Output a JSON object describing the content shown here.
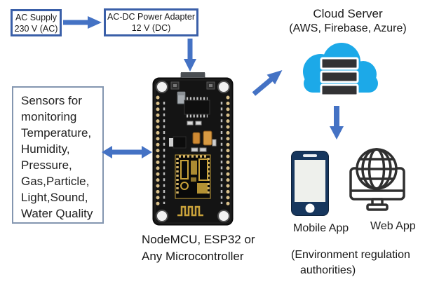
{
  "boxes": {
    "ac_supply": {
      "line1": "AC Supply",
      "line2": "230 V (AC)"
    },
    "adapter": {
      "line1": "AC-DC Power Adapter",
      "line2": "12 V (DC)"
    },
    "sensors": {
      "lines": [
        "Sensors for",
        "monitoring",
        "Temperature,",
        "Humidity,",
        "Pressure,",
        "Gas,Particle,",
        "Light,Sound,",
        "Water Quality"
      ]
    }
  },
  "cloud": {
    "title": "Cloud Server",
    "subtitle": "(AWS, Firebase, Azure)"
  },
  "mcu": {
    "caption_line1": "NodeMCU, ESP32 or",
    "caption_line2": "Any Microcontroller"
  },
  "apps": {
    "mobile_label": "Mobile App",
    "web_label": "Web App",
    "audience_line1": "(Environment regulation",
    "audience_line2": "authorities)"
  },
  "icons": {
    "cloud_server": "cloud-with-server-stack-icon",
    "mobile": "smartphone-icon",
    "web": "monitor-with-globe-icon",
    "board": "nodemcu-board-photo",
    "arrows": [
      "arrow-right-icon",
      "arrow-down-icon",
      "arrow-double-horizontal-icon",
      "arrow-diagonal-up-right-icon",
      "arrow-down-icon"
    ]
  },
  "colors": {
    "arrow_blue": "#4472C4",
    "border_blue": "#3A5FA8",
    "sensor_border": "#8496B0",
    "cloud_blue": "#1CA9E8",
    "server_dark": "#323234",
    "phone_navy": "#17375E",
    "web_stroke": "#2F2F2F",
    "pcb_black": "#141414",
    "gold": "#C9A23A"
  }
}
